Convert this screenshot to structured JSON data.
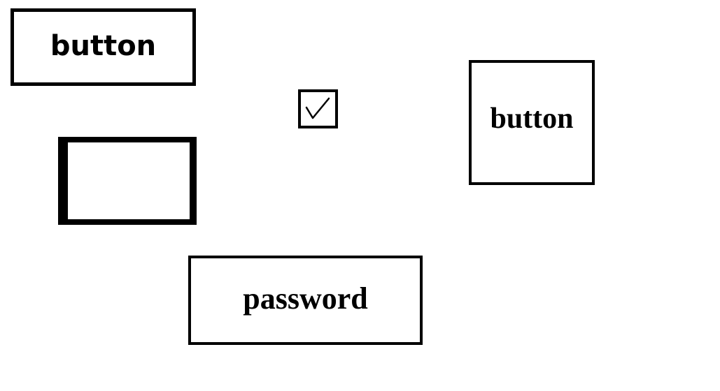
{
  "buttons": {
    "top_left_label": "button",
    "square_label": "button"
  },
  "password": {
    "label": "password"
  },
  "checkbox": {
    "checked": true,
    "icon": "checkmark-icon"
  },
  "colors": {
    "stroke": "#000000",
    "background": "#ffffff"
  }
}
